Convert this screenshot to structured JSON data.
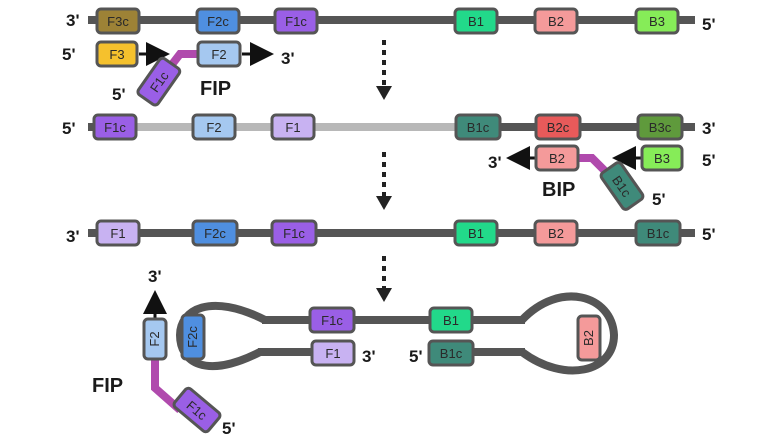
{
  "colors": {
    "strand": "#555555",
    "newStrand": "#b8b8b8",
    "linker": "#b04aad",
    "F3c": "#9d8236",
    "F3": "#f5c12d",
    "F2c": "#4f8fe0",
    "F2": "#a5c8f0",
    "F1c": "#9a5fe6",
    "F1": "#c8b2f2",
    "B1": "#22d98a",
    "B1c": "#3f8a7a",
    "B2": "#f49a9a",
    "B2c": "#e85a5a",
    "B3": "#86ec58",
    "B3c": "#5f9a3c"
  },
  "row1": {
    "left_end": "3'",
    "right_end": "5'",
    "blocks": [
      "F3c",
      "F2c",
      "F1c",
      "B1",
      "B2",
      "B3"
    ]
  },
  "fip_primer_1": {
    "f3_5prime": "5'",
    "f3_label": "F3",
    "f2_label": "F2",
    "f2_3prime": "3'",
    "f1c_label": "F1c",
    "f1c_5prime": "5'",
    "name": "FIP"
  },
  "row2": {
    "left_end": "5'",
    "right_end": "3'",
    "blocks": [
      "F1c",
      "F2",
      "F1",
      "B1c",
      "B2c",
      "B3c"
    ]
  },
  "bip_primer": {
    "b2_3prime": "3'",
    "b2_label": "B2",
    "b3_label": "B3",
    "b3_5prime": "5'",
    "b1c_label": "B1c",
    "b1c_5prime": "5'",
    "name": "BIP"
  },
  "row3": {
    "left_end": "3'",
    "right_end": "5'",
    "blocks": [
      "F1",
      "F2c",
      "F1c",
      "B1",
      "B2",
      "B1c"
    ]
  },
  "dumbbell": {
    "top_blocks": [
      "F1c",
      "B1"
    ],
    "bottom_f1": "F1",
    "bottom_f1_3prime": "3'",
    "bottom_b1c_5prime": "5'",
    "bottom_b1c": "B1c",
    "left_loop_block": "F2c",
    "right_loop_block": "B2"
  },
  "fip_primer_2": {
    "three_prime": "3'",
    "f2_label": "F2",
    "f1c_label": "F1c",
    "f1c_5prime": "5'",
    "name": "FIP"
  }
}
